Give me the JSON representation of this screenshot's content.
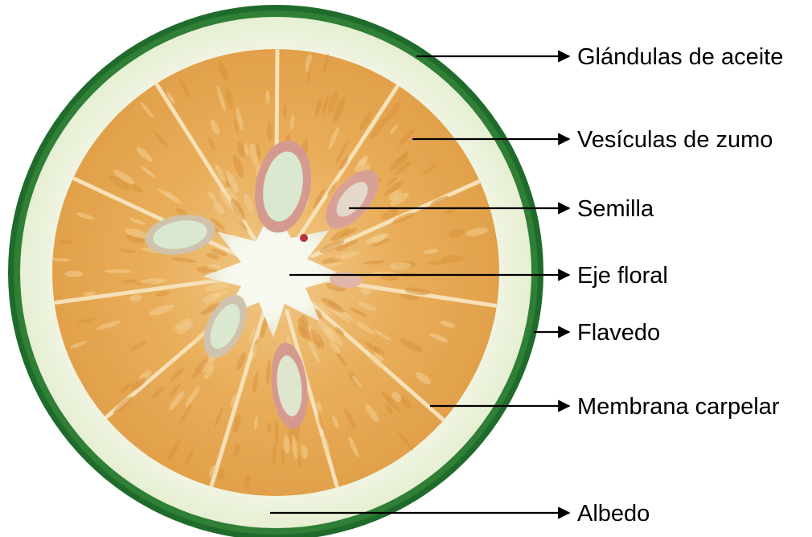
{
  "figure": {
    "subject": "citrus-fruit-cross-section",
    "colors": {
      "flavedo": "#1f6b2c",
      "albedo": "#eef3df",
      "pulp": "#e8aa52",
      "floral_axis": "#f7f8ef",
      "seed": "#d9e8cf",
      "seed_coat": "#d49a90",
      "arrow": "#000000",
      "text": "#000000"
    }
  },
  "labels": [
    {
      "id": "oil-glands",
      "text": "Glándulas de aceite"
    },
    {
      "id": "juice-vesicles",
      "text": "Vesículas de zumo"
    },
    {
      "id": "seed",
      "text": "Semilla"
    },
    {
      "id": "floral-axis",
      "text": "Eje floral"
    },
    {
      "id": "flavedo",
      "text": "Flavedo"
    },
    {
      "id": "carpel-membrane",
      "text": "Membrana carpelar"
    },
    {
      "id": "albedo",
      "text": "Albedo"
    }
  ]
}
